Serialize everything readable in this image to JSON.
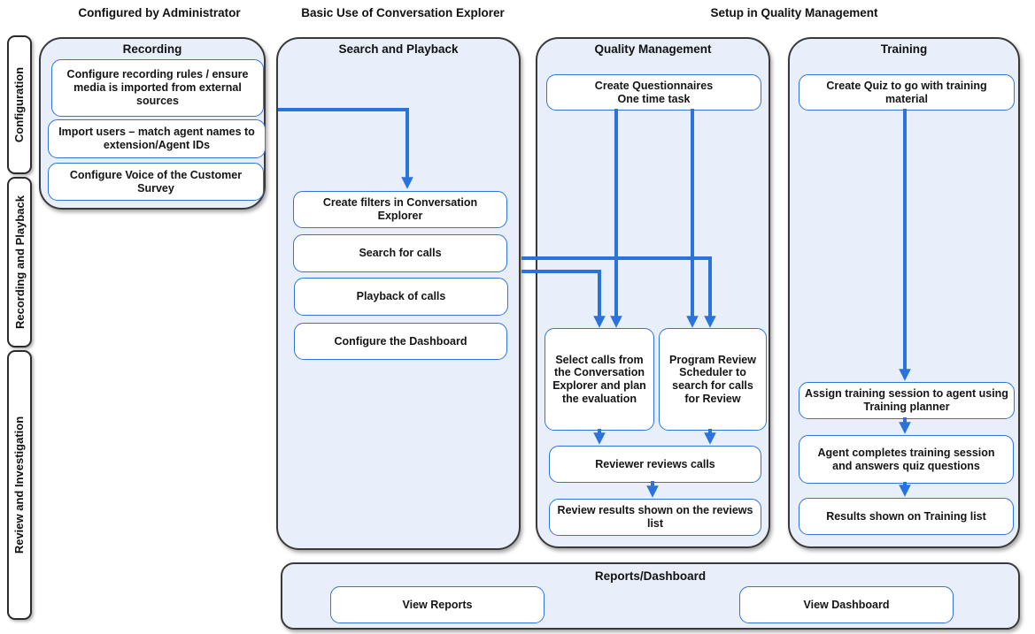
{
  "headers": {
    "left": "Configured by Administrator",
    "middle": "Basic Use of Conversation Explorer",
    "right": "Setup in Quality Management"
  },
  "side_tabs": {
    "configuration": "Configuration",
    "recording_playback": "Recording and Playback",
    "review_investigation": "Review and Investigation"
  },
  "panels": {
    "recording": {
      "title": "Recording",
      "steps": [
        "Configure recording rules / ensure media is imported from external sources",
        "Import users – match agent names to extension/Agent IDs",
        "Configure Voice of the Customer Survey"
      ]
    },
    "search_playback": {
      "title": "Search and Playback",
      "steps": [
        "Create filters in Conversation Explorer",
        "Search for calls",
        "Playback of calls",
        "Configure the Dashboard"
      ]
    },
    "quality_management": {
      "title": "Quality Management",
      "create_questionnaires": "Create Questionnaires\nOne time task",
      "select_calls": "Select calls from the Conversation Explorer and plan the evaluation",
      "program_review": "Program Review Scheduler to search for calls for Review",
      "reviewer_reviews": "Reviewer reviews calls",
      "review_results": "Review results shown on the reviews list"
    },
    "training": {
      "title": "Training",
      "create_quiz": "Create Quiz to go with training material",
      "assign_training": "Assign training session to agent using Training planner",
      "agent_completes": "Agent completes training session and answers quiz questions",
      "results_shown": "Results shown on Training list"
    },
    "reports": {
      "title": "Reports/Dashboard",
      "view_reports": "View Reports",
      "view_dashboard": "View Dashboard"
    }
  },
  "colors": {
    "arrow_blue": "#2a72dc",
    "box_border_blue": "#2e74d9",
    "panel_fill": "#e9effa",
    "panel_border": "#3a3a3a"
  }
}
